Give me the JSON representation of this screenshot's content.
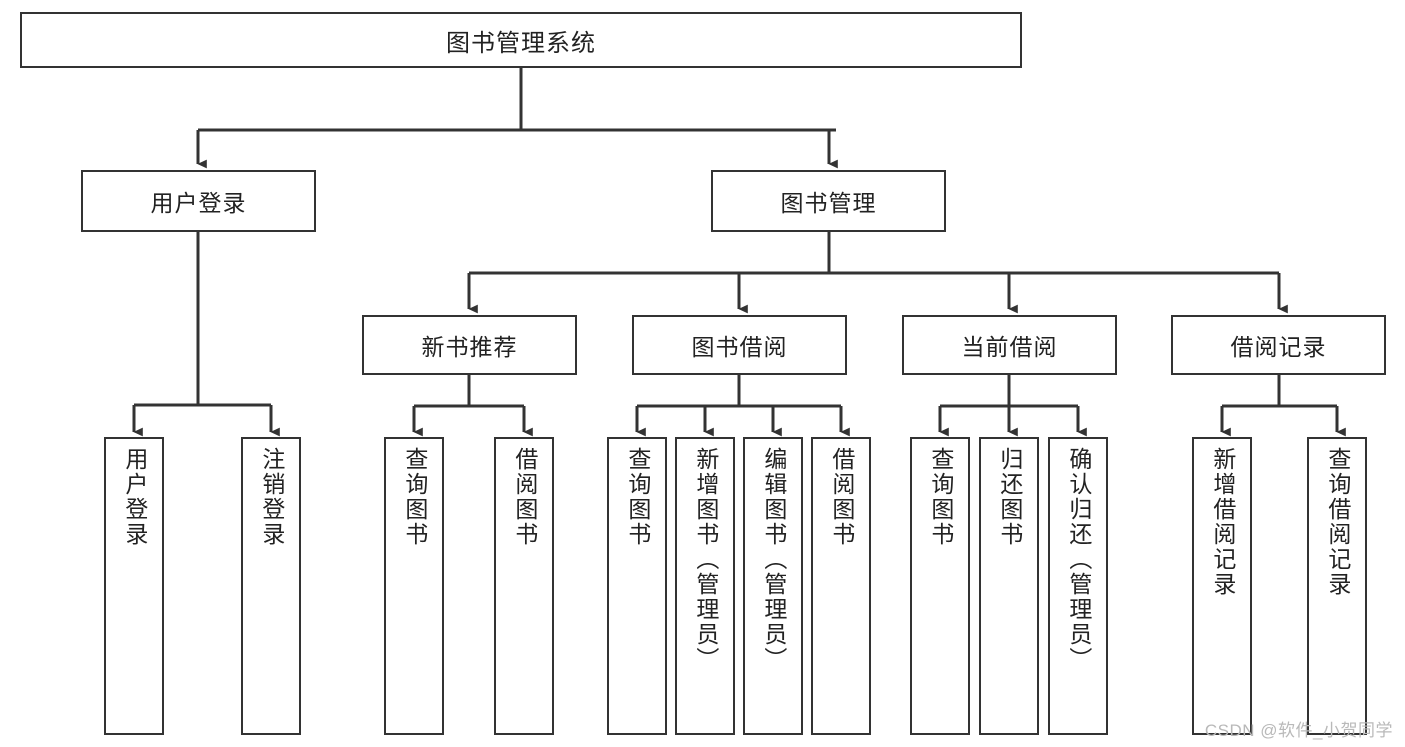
{
  "diagram": {
    "type": "tree",
    "title": "图书管理系统",
    "colors": {
      "box_border": "#333333",
      "box_fill": "#ffffff",
      "connector": "#333333",
      "text": "#222222",
      "watermark": "#b9b9b9"
    },
    "root": {
      "label": "图书管理系统"
    },
    "level2": [
      {
        "label": "用户登录"
      },
      {
        "label": "图书管理"
      }
    ],
    "level3": [
      {
        "label": "新书推荐"
      },
      {
        "label": "图书借阅"
      },
      {
        "label": "当前借阅"
      },
      {
        "label": "借阅记录"
      }
    ],
    "leaves": {
      "user_login": [
        {
          "label": "用户登录"
        },
        {
          "label": "注销登录"
        }
      ],
      "new_book_recommend": [
        {
          "label": "查询图书"
        },
        {
          "label": "借阅图书"
        }
      ],
      "book_borrow": [
        {
          "label": "查询图书"
        },
        {
          "label": "新增图书（管理员）"
        },
        {
          "label": "编辑图书（管理员）"
        },
        {
          "label": "借阅图书"
        }
      ],
      "current_borrow": [
        {
          "label": "查询图书"
        },
        {
          "label": "归还图书"
        },
        {
          "label": "确认归还（管理员）"
        }
      ],
      "borrow_record": [
        {
          "label": "新增借阅记录"
        },
        {
          "label": "查询借阅记录"
        }
      ]
    }
  },
  "watermark": {
    "text": "CSDN @软件_小贺同学"
  }
}
